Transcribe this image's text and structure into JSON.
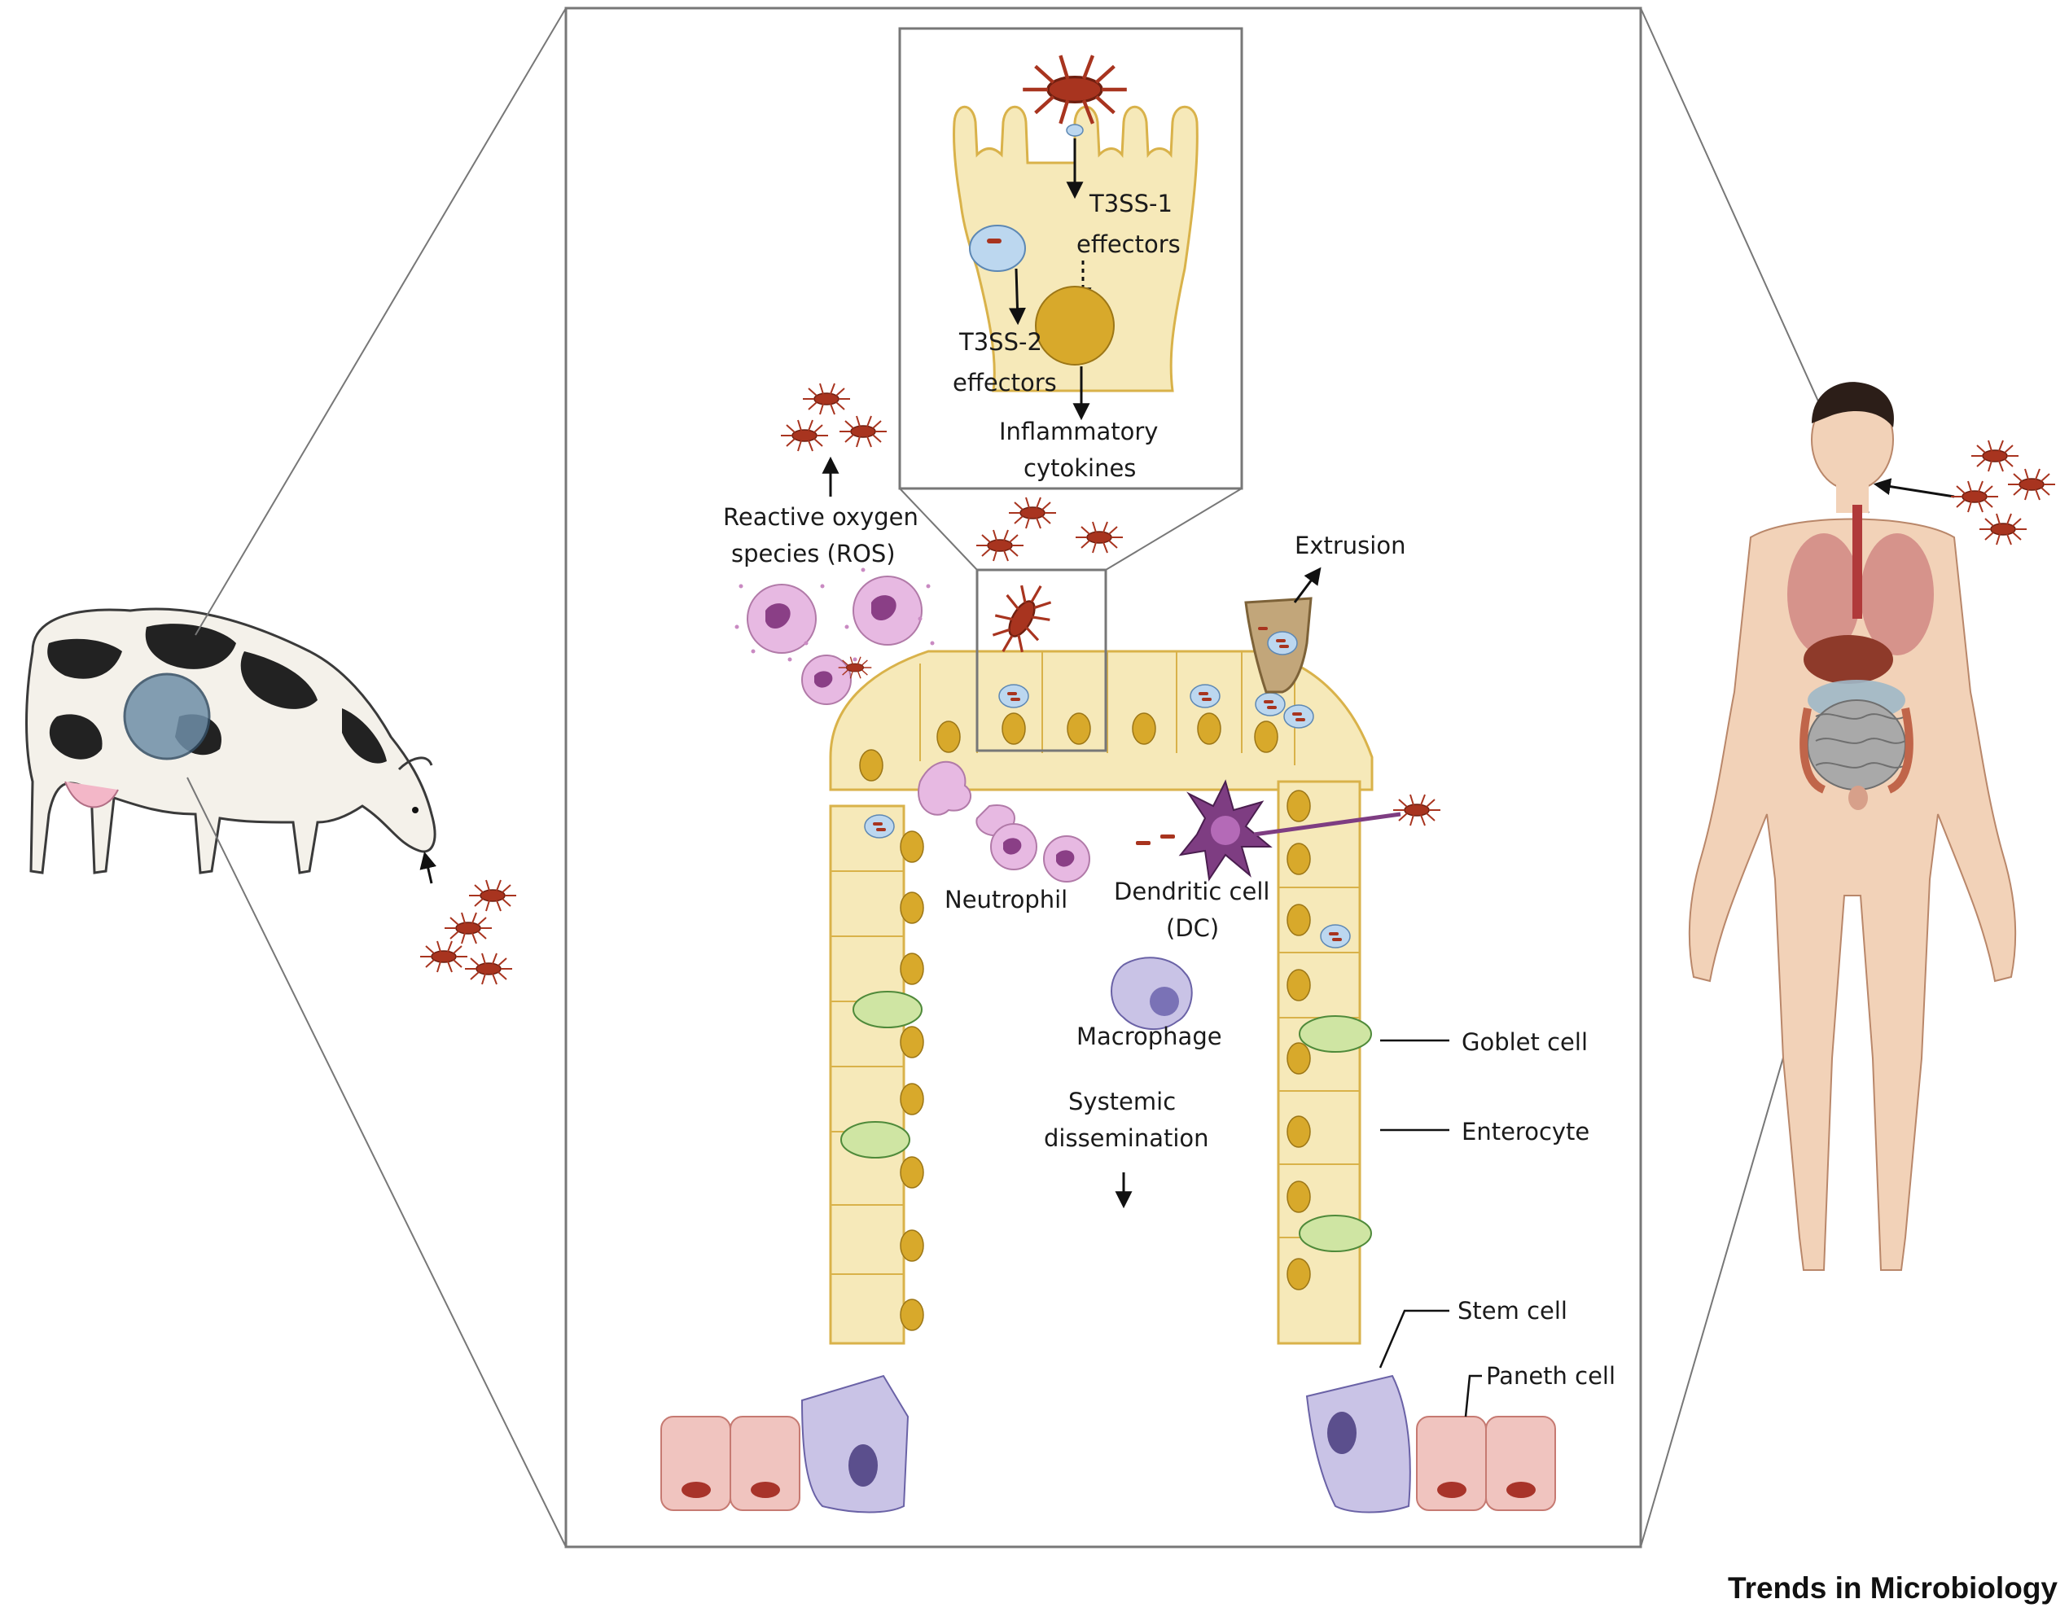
{
  "labels": {
    "t3ss1_line1": "T3SS-1",
    "t3ss1_line2": "effectors",
    "t3ss2_line1": "T3SS-2",
    "t3ss2_line2": "effectors",
    "inflam_line1": "Inflammatory",
    "inflam_line2": "cytokines",
    "ros_line1": "Reactive oxygen",
    "ros_line2": "species (ROS)",
    "extrusion": "Extrusion",
    "neutrophil": "Neutrophil",
    "dc_line1": "Dendritic cell",
    "dc_line2": "(DC)",
    "macrophage": "Macrophage",
    "systemic_line1": "Systemic",
    "systemic_line2": "dissemination",
    "goblet": "Goblet cell",
    "enterocyte": "Enterocyte",
    "stem": "Stem cell",
    "paneth": "Paneth cell"
  },
  "footer": {
    "journal": "Trends in Microbiology"
  },
  "colors": {
    "enterocyte": "#f6e9b9",
    "enterocyte_border": "#d9b24a",
    "nucleus": "#d8a92b",
    "goblet": "#cfe5a3",
    "stem": "#c9c3e6",
    "paneth": "#f0c4bf",
    "bacteria": "#a8341f",
    "neutrophil": "#e7b9e2",
    "frame": "#777777"
  }
}
